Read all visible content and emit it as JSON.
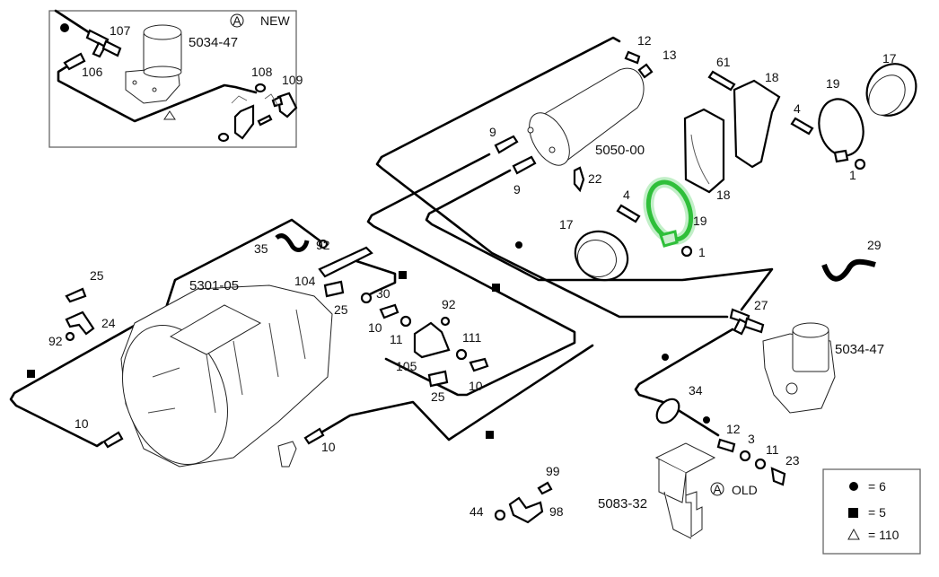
{
  "diagram": {
    "title": "Air reservoir / transmission air piping exploded parts diagram",
    "highlight_color": "#2fbf3a",
    "highlighted_part": "19",
    "inset_new": {
      "marker_label": "A",
      "caption": "NEW",
      "assembly_code": "5034-47",
      "callouts": [
        "107",
        "106",
        "108",
        "109"
      ]
    },
    "inset_old": {
      "marker_label": "A",
      "caption": "OLD"
    },
    "assemblies": {
      "reservoir": "5050-00",
      "gearbox": "5301-05",
      "dryer": "5034-47",
      "bracket": "5083-32"
    },
    "callouts": {
      "c12a": "12",
      "c13": "13",
      "c61": "61",
      "c18a": "18",
      "c17a": "17",
      "c19a": "19",
      "c4a": "4",
      "c1a": "1",
      "c18b": "18",
      "c9a": "9",
      "c9b": "9",
      "c22": "22",
      "c4b": "4",
      "c19b": "19",
      "c17b": "17",
      "c1b": "1",
      "c29": "29",
      "c35": "35",
      "c92a": "92",
      "c104": "104",
      "c25a": "25",
      "c30": "30",
      "c10a": "10",
      "c11a": "11",
      "c92b": "92",
      "c111": "111",
      "c105": "105",
      "c25b": "25",
      "c10b": "10",
      "c25c": "25",
      "c24": "24",
      "c92c": "92",
      "c10c": "10",
      "c10d": "10",
      "c27": "27",
      "c34": "34",
      "c12b": "12",
      "c3": "3",
      "c11b": "11",
      "c23": "23",
      "c99": "99",
      "c44": "44",
      "c98": "98"
    },
    "legend": {
      "items": [
        {
          "symbol": "circle",
          "text": "= 6"
        },
        {
          "symbol": "square",
          "text": "= 5"
        },
        {
          "symbol": "triangle",
          "text": "= 110"
        }
      ]
    }
  }
}
